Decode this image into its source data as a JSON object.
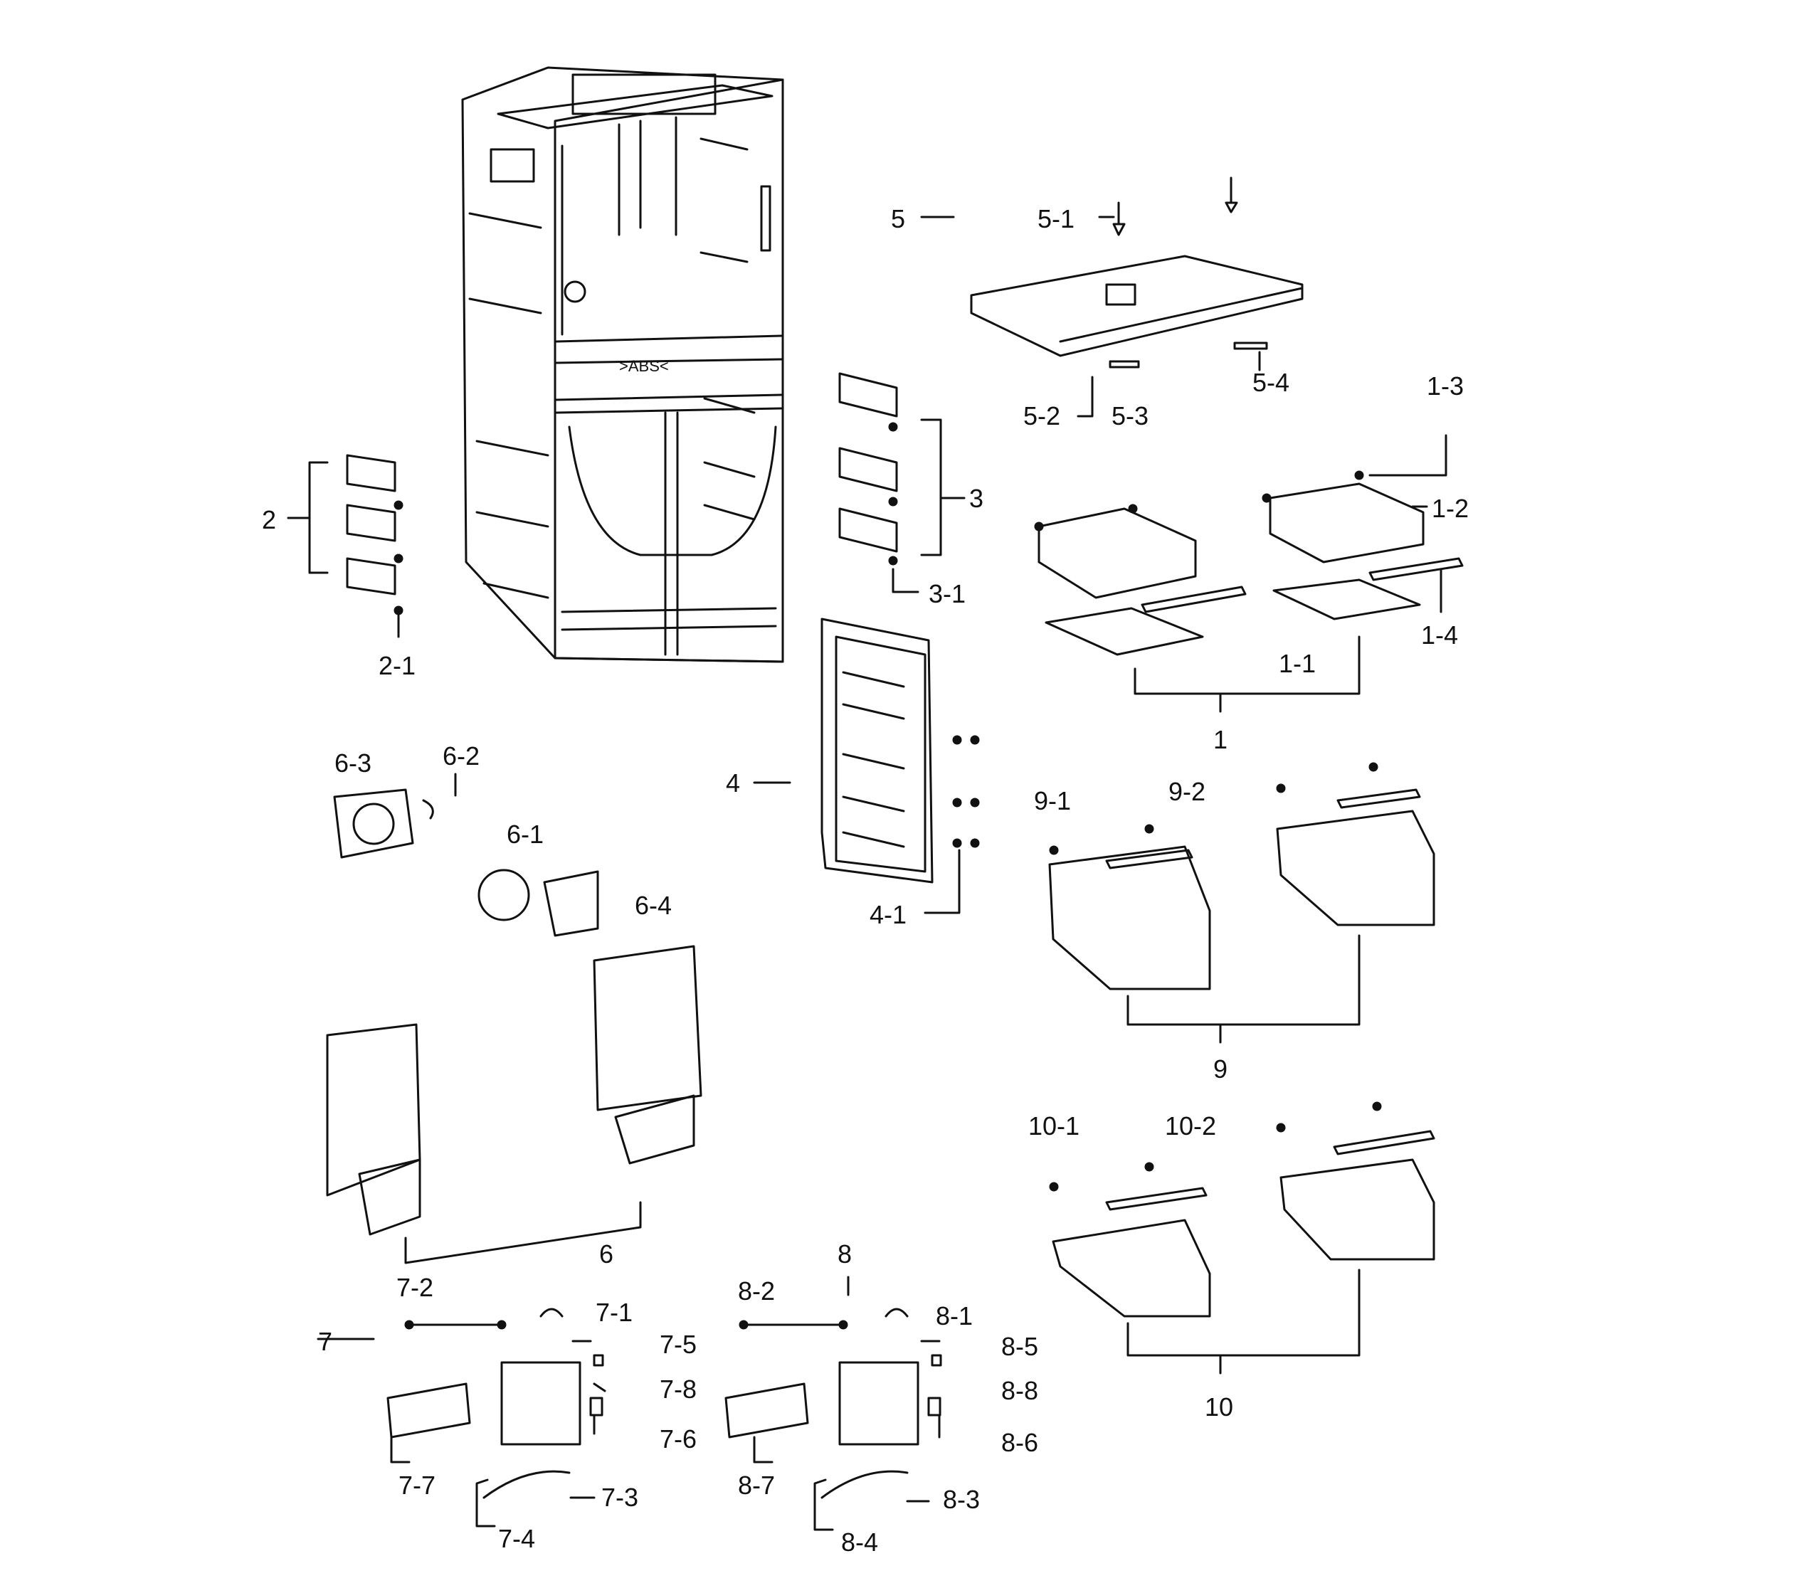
{
  "colors": {
    "ink": "#111111",
    "background": "#ffffff"
  },
  "callouts": {
    "c1": "1",
    "c1_1": "1-1",
    "c1_2": "1-2",
    "c1_3": "1-3",
    "c1_4": "1-4",
    "c2": "2",
    "c2_1": "2-1",
    "c3": "3",
    "c3_1": "3-1",
    "c4": "4",
    "c4_1": "4-1",
    "c5": "5",
    "c5_1": "5-1",
    "c5_2": "5-2",
    "c5_3": "5-3",
    "c5_4": "5-4",
    "c6": "6",
    "c6_1": "6-1",
    "c6_2": "6-2",
    "c6_3": "6-3",
    "c6_4": "6-4",
    "c7": "7",
    "c7_1": "7-1",
    "c7_2": "7-2",
    "c7_3": "7-3",
    "c7_4": "7-4",
    "c7_5": "7-5",
    "c7_6": "7-6",
    "c7_7": "7-7",
    "c7_8": "7-8",
    "c8": "8",
    "c8_1": "8-1",
    "c8_2": "8-2",
    "c8_3": "8-3",
    "c8_4": "8-4",
    "c8_5": "8-5",
    "c8_6": "8-6",
    "c8_7": "8-7",
    "c8_8": "8-8",
    "c9": "9",
    "c9_1": "9-1",
    "c9_2": "9-2",
    "c10": "10",
    "c10_1": "10-1",
    "c10_2": "10-2"
  },
  "cabinet_mark": ">ABS<"
}
